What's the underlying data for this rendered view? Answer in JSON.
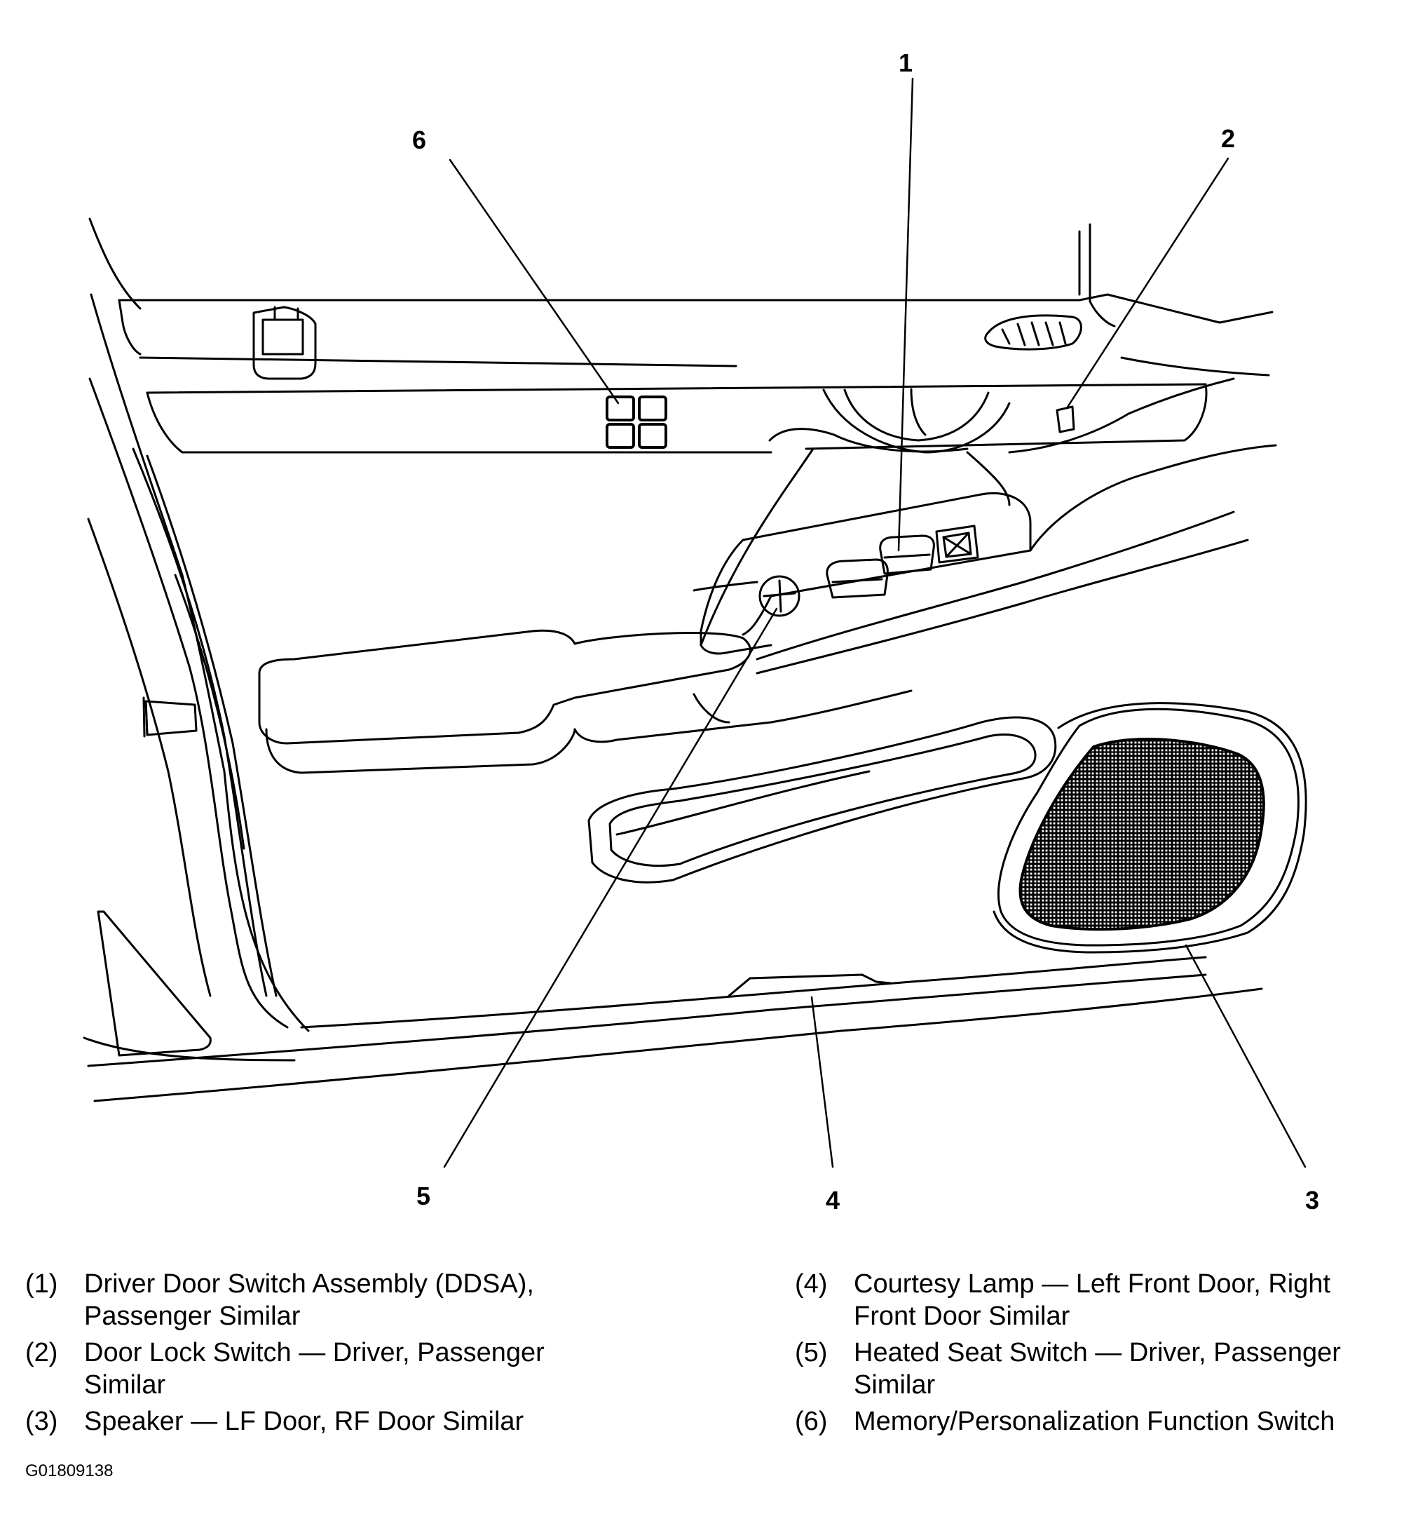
{
  "callouts": {
    "c1": "1",
    "c2": "2",
    "c3": "3",
    "c4": "4",
    "c5": "5",
    "c6": "6"
  },
  "legend": {
    "left": [
      {
        "num": "(1)",
        "text": "Driver Door Switch Assembly (DDSA), Passenger Similar"
      },
      {
        "num": "(2)",
        "text": "Door Lock Switch — Driver, Passenger Similar"
      },
      {
        "num": "(3)",
        "text": "Speaker — LF Door, RF Door Similar"
      }
    ],
    "right": [
      {
        "num": "(4)",
        "text": "Courtesy Lamp — Left Front Door, Right Front Door Similar"
      },
      {
        "num": "(5)",
        "text": "Heated Seat Switch — Driver, Passenger Similar"
      },
      {
        "num": "(6)",
        "text": "Memory/Personalization Function Switch"
      }
    ]
  },
  "figure_id": "G01809138",
  "colors": {
    "line": "#000000",
    "background": "#ffffff"
  }
}
